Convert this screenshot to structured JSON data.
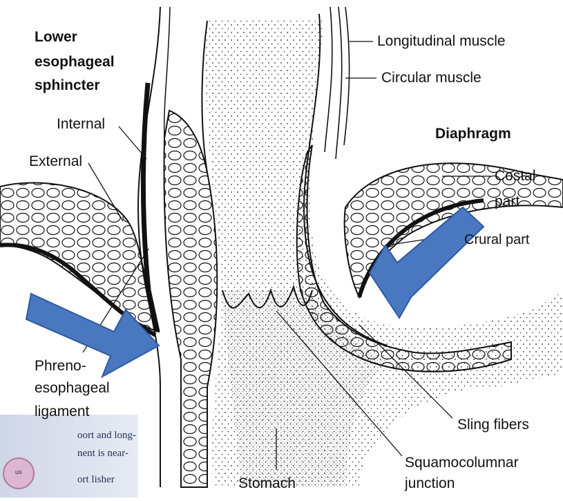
{
  "labels": {
    "les_title": [
      "Lower",
      "esophageal",
      "sphincter"
    ],
    "internal": "Internal",
    "external": "External",
    "phreno": [
      "Phreno-",
      "esophageal",
      "ligament"
    ],
    "longitudinal": "Longitudinal muscle",
    "circular": "Circular muscle",
    "diaphragm": "Diaphragm",
    "costal": [
      "Costal",
      "part"
    ],
    "crural": "Crural part",
    "sling": "Sling fibers",
    "squamo": [
      "Squamocolumnar",
      "junction"
    ],
    "stomach": "Stomach"
  },
  "overlay_text": {
    "line1": "oort and long-",
    "line2": "nent is near-",
    "line3": "ort lisher",
    "badge": "us"
  },
  "colors": {
    "arrow_fill": "#4a78c0",
    "arrow_stroke": "#2d5aa0",
    "ink": "#111111"
  }
}
